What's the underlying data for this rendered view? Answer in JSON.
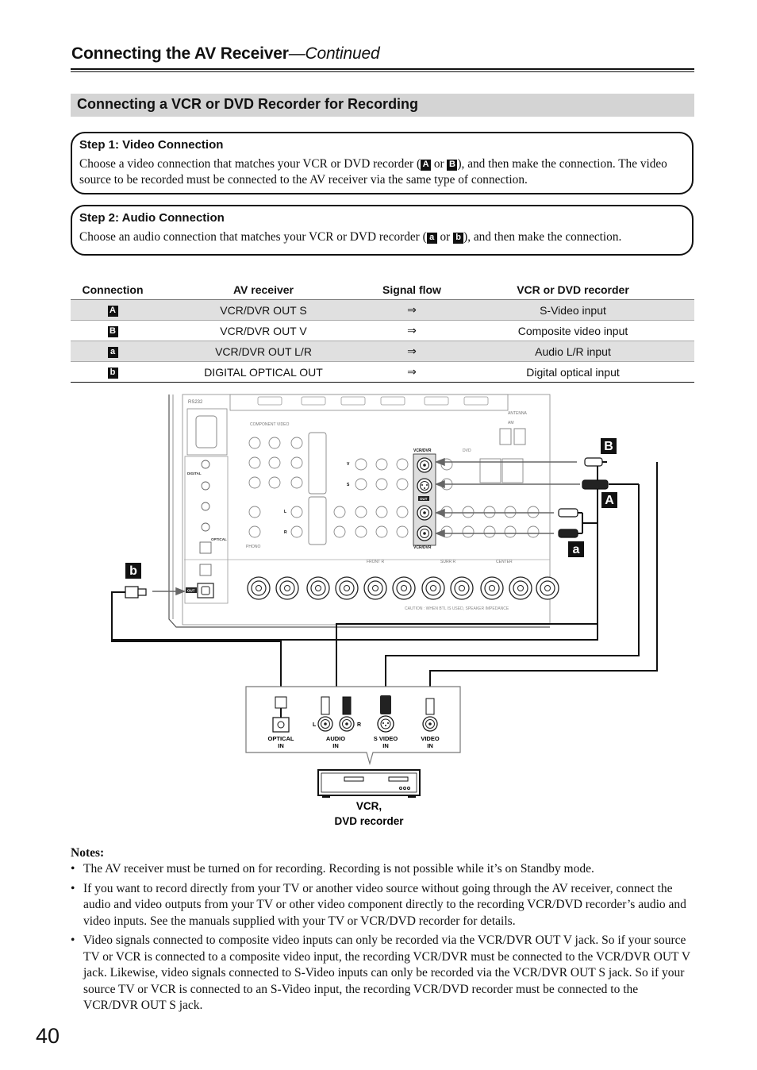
{
  "header": {
    "title": "Connecting the AV Receiver",
    "continued": "—Continued"
  },
  "section_title": "Connecting a VCR or DVD Recorder for Recording",
  "step1": {
    "title": "Step 1: Video Connection",
    "text_a": "Choose a video connection that matches your VCR or DVD recorder (",
    "tag1": "A",
    "or": " or ",
    "tag2": "B",
    "text_b": "), and then make the connection. The video source to be recorded must be connected to the AV receiver via the same type of connection."
  },
  "step2": {
    "title": "Step 2: Audio Connection",
    "text_a": "Choose an audio connection that matches your VCR or DVD recorder (",
    "tag1": "a",
    "or": " or ",
    "tag2": "b",
    "text_b": "), and then make the connection."
  },
  "table": {
    "headers": [
      "Connection",
      "AV receiver",
      "Signal flow",
      "VCR or DVD recorder"
    ],
    "rows": [
      {
        "tag": "A",
        "receiver": "VCR/DVR OUT S",
        "flow": "⇒",
        "recorder": "S-Video input"
      },
      {
        "tag": "B",
        "receiver": "VCR/DVR OUT V",
        "flow": "⇒",
        "recorder": "Composite video input"
      },
      {
        "tag": "a",
        "receiver": "VCR/DVR OUT L/R",
        "flow": "⇒",
        "recorder": "Audio L/R input"
      },
      {
        "tag": "b",
        "receiver": "DIGITAL OPTICAL OUT",
        "flow": "⇒",
        "recorder": "Digital optical input"
      }
    ]
  },
  "diagram": {
    "callouts": [
      "B",
      "A",
      "a",
      "b"
    ],
    "rear_panel_labels": {
      "rs232": "RS232",
      "component_video": "COMPONENT VIDEO",
      "antenna": "ANTENNA",
      "am": "AM",
      "vcr_dvr": "VCR/DVR",
      "dvd": "DVD",
      "v": "V",
      "s": "S",
      "l": "L",
      "r": "R",
      "out": "OUT",
      "digital": "DIGITAL",
      "optical": "OPTICAL",
      "phono": "PHONO",
      "front_r": "FRONT R",
      "surr_r": "SURR R",
      "center": "CENTER",
      "caution": "CAUTION : WHEN BTL IS USED, SPEAKER IMPEDANCE"
    },
    "recorder_jacks": {
      "optical_in": [
        "OPTICAL",
        "IN"
      ],
      "audio_in": [
        "AUDIO",
        "IN"
      ],
      "l": "L",
      "r": "R",
      "svideo_in": [
        "S VIDEO",
        "IN"
      ],
      "video_in": [
        "VIDEO",
        "IN"
      ]
    },
    "recorder_label": [
      "VCR,",
      "DVD recorder"
    ]
  },
  "notes_title": "Notes:",
  "notes": [
    "The AV receiver must be turned on for recording. Recording is not possible while it’s on Standby mode.",
    "If you want to record directly from your TV or another video source without going through the AV receiver, connect the audio and video outputs from your TV or other video component directly to the recording VCR/DVD recorder’s audio and video inputs. See the manuals supplied with your TV or VCR/DVD recorder for details.",
    "Video signals connected to composite video inputs can only be recorded via the VCR/DVR OUT V jack. So if your source TV or VCR is connected to a composite video input, the recording VCR/DVR must be connected to the VCR/DVR OUT V jack. Likewise, video signals connected to S-Video inputs can only be recorded via the VCR/DVR OUT S jack. So if your source TV or VCR is connected to an S-Video input, the recording VCR/DVD recorder must be connected to the VCR/DVR OUT S jack."
  ],
  "page_number": "40"
}
